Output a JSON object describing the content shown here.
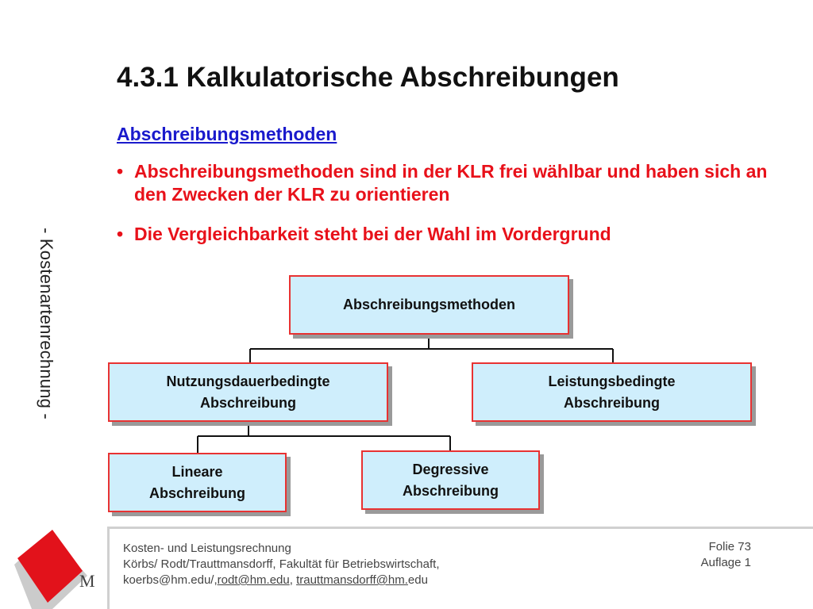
{
  "side_label": "- Kostenartenrechnung -",
  "title": "4.3.1 Kalkulatorische Abschreibungen",
  "subtitle": "Abschreibungsmethoden",
  "bullets": [
    "Abschreibungsmethoden sind in der KLR frei wählbar und haben sich an den Zwecken der KLR zu orientieren",
    "Die Vergleichbarkeit steht bei der Wahl im Vordergrund"
  ],
  "diagram": {
    "root": "Abschreibungsmethoden",
    "left": "Nutzungsdauerbedingte\nAbschreibung",
    "right": "Leistungsbedingte\nAbschreibung",
    "left_child_1": "Lineare\nAbschreibung",
    "left_child_2": "Degressive\nAbschreibung"
  },
  "footer": {
    "course": "Kosten- und Leistungsrechnung",
    "authors": "Körbs/ Rodt/Trauttmansdorff, Fakultät für Betriebswirtschaft,",
    "email_1": "koerbs@hm.edu/,",
    "email_2": "rodt@hm.edu",
    "separator": ", ",
    "email_3": "trauttmansdorff@hm.",
    "email_3_suffix": "edu",
    "slide_label": "Folie 73",
    "edition": "Auflage 1"
  },
  "logo": {
    "letter": "M",
    "color_primary": "#e2121b",
    "color_shadow": "#b5b5b5"
  },
  "colors": {
    "title": "#111111",
    "subtitle": "#1a1acc",
    "bullets": "#e8111a",
    "node_fill": "#cfeefc",
    "node_border": "#e83232"
  }
}
